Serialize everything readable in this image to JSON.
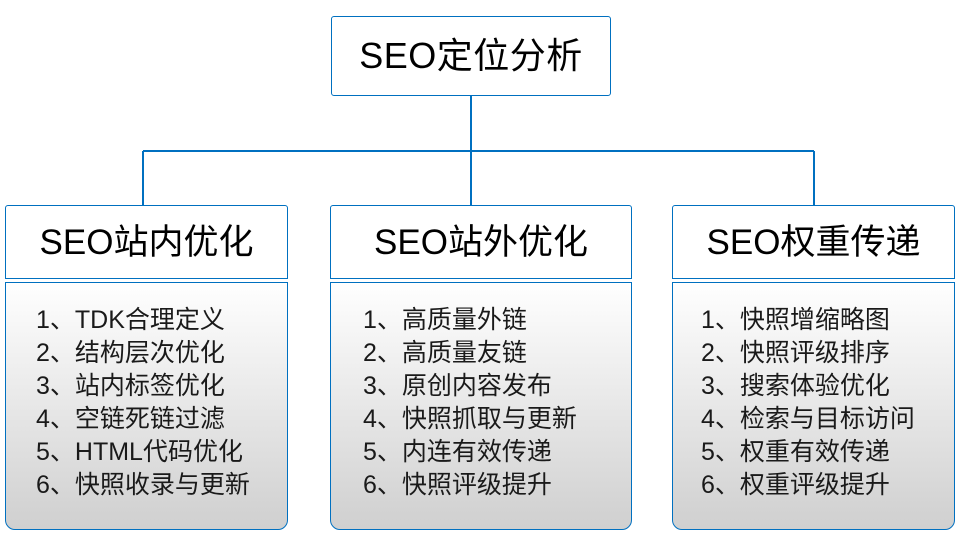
{
  "diagram": {
    "type": "org-chart",
    "accent_color": "#0070c0",
    "text_color": "#000000",
    "background_color": "#ffffff",
    "root": {
      "label": "SEO定位分析"
    },
    "branches": [
      {
        "title": "SEO站内优化",
        "items": [
          "1、TDK合理定义",
          "2、结构层次优化",
          "3、站内标签优化",
          "4、空链死链过滤",
          "5、HTML代码优化",
          "6、快照收录与更新"
        ]
      },
      {
        "title": "SEO站外优化",
        "items": [
          "1、高质量外链",
          "2、高质量友链",
          "3、原创内容发布",
          "4、快照抓取与更新",
          "5、内连有效传递",
          "6、快照评级提升"
        ]
      },
      {
        "title": "SEO权重传递",
        "items": [
          "1、快照增缩略图",
          "2、快照评级排序",
          "3、搜索体验优化",
          "4、检索与目标访问",
          "5、权重有效传递",
          "6、权重评级提升"
        ]
      }
    ]
  }
}
